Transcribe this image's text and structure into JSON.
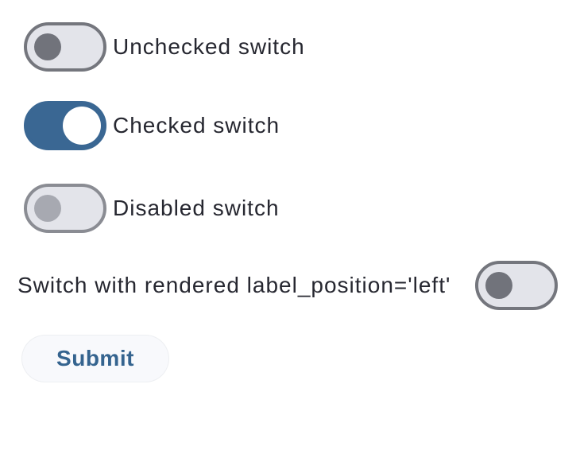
{
  "switches": [
    {
      "label": "Unchecked switch",
      "state": "unchecked",
      "label_position": "right"
    },
    {
      "label": "Checked switch",
      "state": "checked",
      "label_position": "right"
    },
    {
      "label": "Disabled switch",
      "state": "disabled",
      "label_position": "right"
    },
    {
      "label": "Switch with rendered label_position='left'",
      "state": "unchecked",
      "label_position": "left"
    }
  ],
  "submit_button": {
    "label": "Submit"
  },
  "colors": {
    "text": "#262730",
    "primary_blue": "#3a6793",
    "track_off": "#e3e4ea",
    "track_border_off": "#74767d",
    "thumb_off": "#71737b",
    "disabled_border": "#8a8c93",
    "disabled_thumb": "#a7a9b1",
    "button_background": "#f8f9fc",
    "button_text": "#35648f",
    "page_background": "#ffffff"
  }
}
